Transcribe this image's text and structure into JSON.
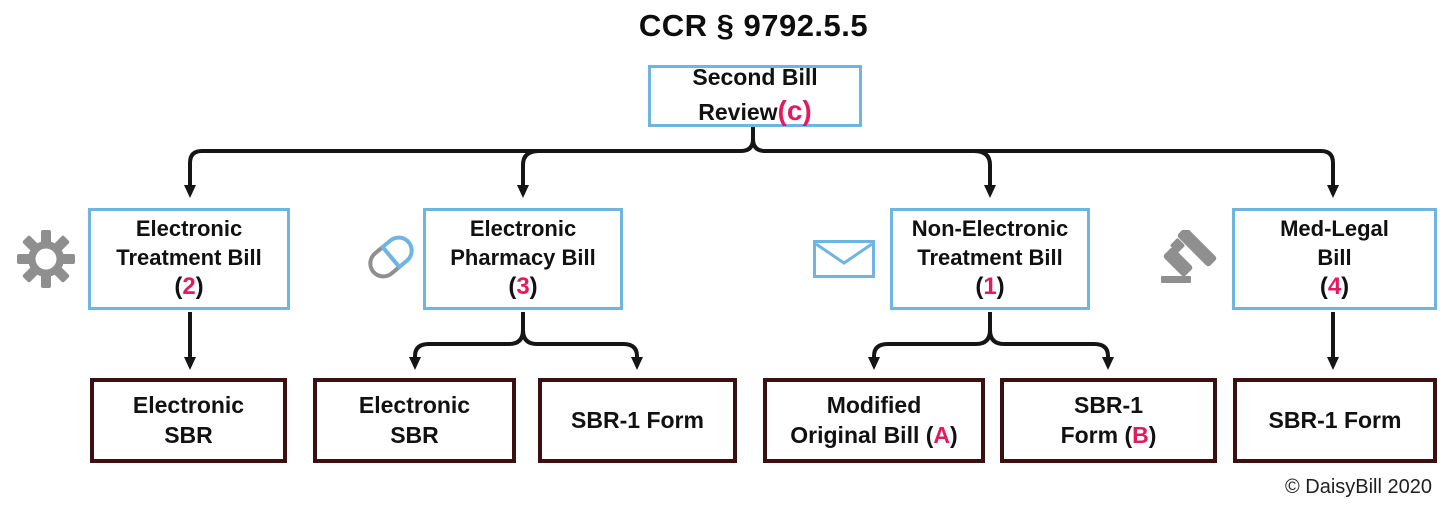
{
  "title": "CCR § 9792.5.5",
  "footer": "© DaisyBill 2020",
  "punct": {
    "open": "(",
    "close": ")"
  },
  "root": {
    "line1": "Second Bill",
    "line2": "Review",
    "ref": "(c)"
  },
  "level2": {
    "electronic_treatment": {
      "line1": "Electronic",
      "line2": "Treatment Bill",
      "num": "2",
      "icon": "gear-icon"
    },
    "electronic_pharmacy": {
      "line1": "Electronic",
      "line2": "Pharmacy Bill",
      "num": "3",
      "icon": "pill-icon"
    },
    "non_electronic_treatment": {
      "line1": "Non-Electronic",
      "line2": "Treatment Bill",
      "num": "1",
      "icon": "envelope-icon"
    },
    "med_legal": {
      "line1": "Med-Legal",
      "line2": "Bill",
      "num": "4",
      "icon": "gavel-icon"
    }
  },
  "level3": {
    "electronic_sbr_a": {
      "line1": "Electronic",
      "line2": "SBR"
    },
    "electronic_sbr_b": {
      "line1": "Electronic",
      "line2": "SBR"
    },
    "sbr1_form_a": {
      "line1": "SBR-1 Form"
    },
    "modified_original_bill": {
      "line1": "Modified",
      "line2_pre": "Original Bill (",
      "ref": "A",
      "line2_post": ")"
    },
    "sbr1_form_b": {
      "line1": "SBR-1",
      "line2_pre": "Form (",
      "ref": "B",
      "line2_post": ")"
    },
    "sbr1_form_c": {
      "line1": "SBR-1 Form"
    }
  },
  "colors": {
    "box_blue": "#6fb5e2",
    "box_maroon": "#3a1010",
    "accent_pink": "#e5195d",
    "icon_gray": "#8f8f8f",
    "line_black": "#151515"
  }
}
